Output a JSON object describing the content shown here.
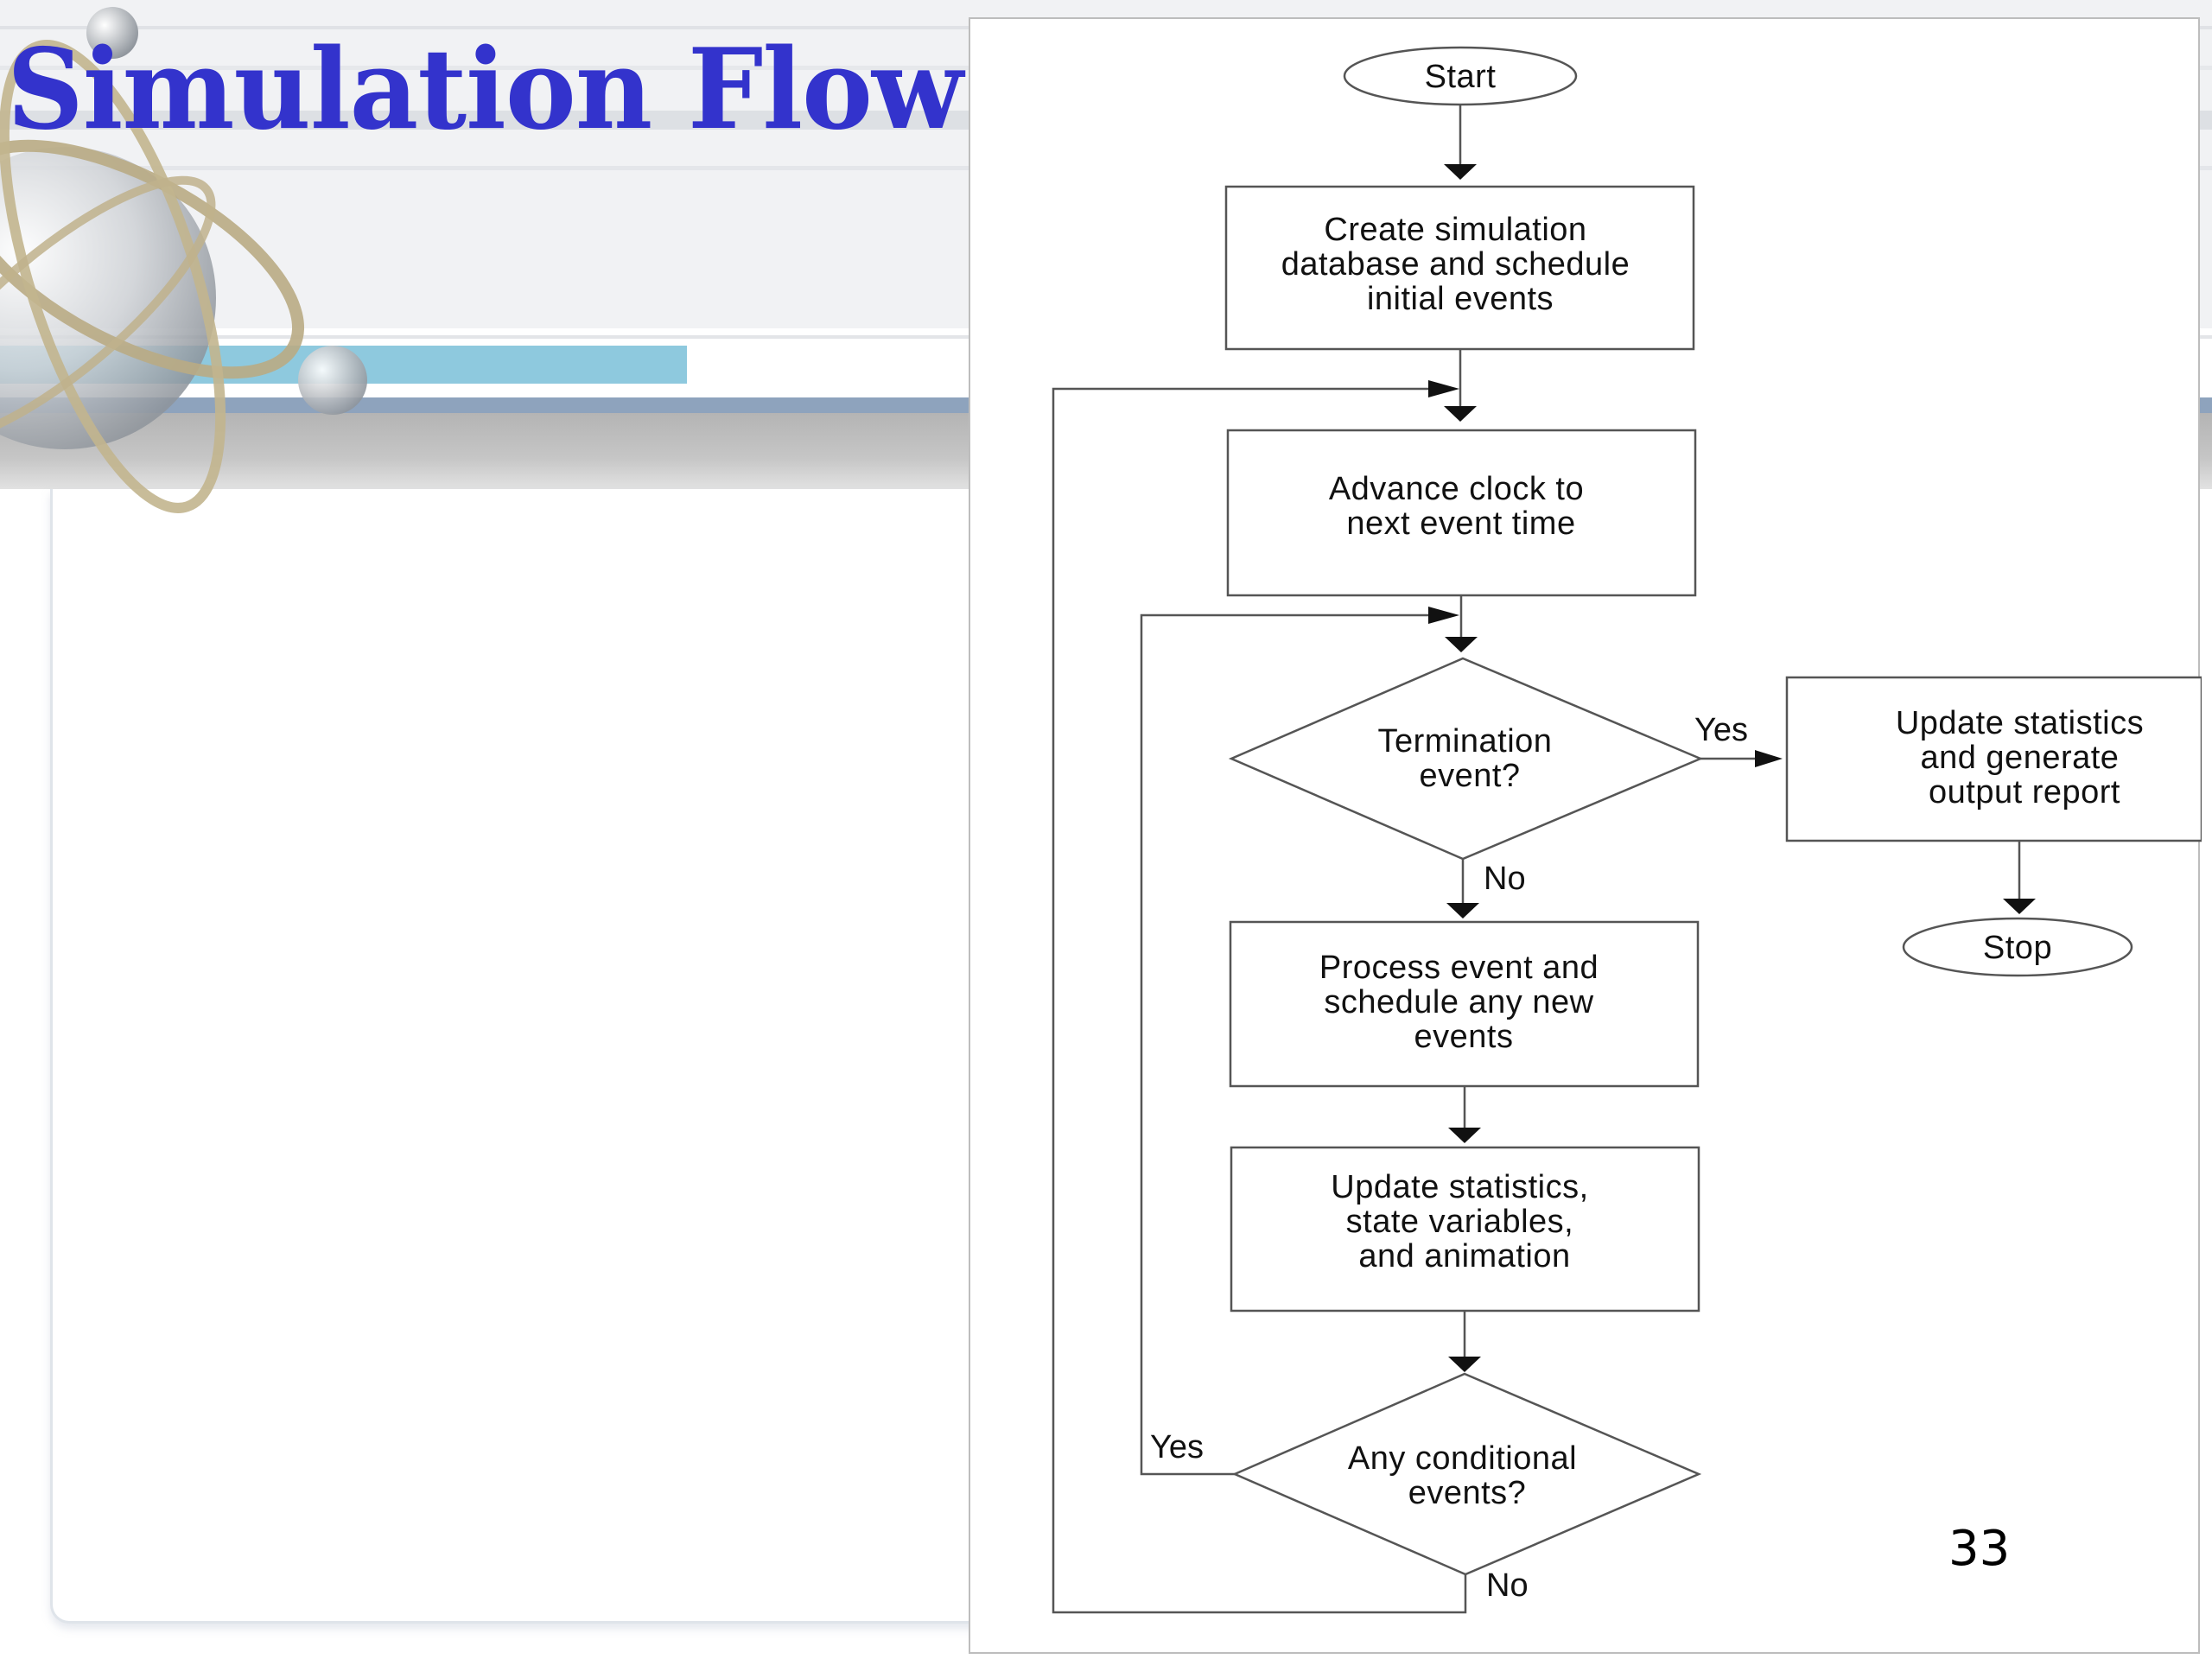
{
  "slide": {
    "title": "Simulation Flow Chart",
    "page_number": "33"
  },
  "colors": {
    "title": "#3333cc",
    "accent_cyan": "#8ec9de",
    "accent_blue": "#8ea3bd"
  },
  "flowchart": {
    "nodes": {
      "start": {
        "shape": "terminal",
        "lines": [
          "Start"
        ]
      },
      "create_db": {
        "shape": "process",
        "lines": [
          "Create simulation",
          "database and schedule",
          "initial events"
        ]
      },
      "advance_clock": {
        "shape": "process",
        "lines": [
          "Advance clock to",
          "next event time"
        ]
      },
      "termination": {
        "shape": "decision",
        "lines": [
          "Termination",
          "event?"
        ]
      },
      "process_event": {
        "shape": "process",
        "lines": [
          "Process event and",
          "schedule any new",
          "events"
        ]
      },
      "update_stats": {
        "shape": "process",
        "lines": [
          "Update statistics,",
          "state variables,",
          "and animation"
        ]
      },
      "conditional": {
        "shape": "decision",
        "lines": [
          "Any conditional",
          "events?"
        ]
      },
      "report": {
        "shape": "process",
        "lines": [
          "Update statistics",
          "and generate",
          "output report"
        ]
      },
      "stop": {
        "shape": "terminal",
        "lines": [
          "Stop"
        ]
      }
    },
    "edge_labels": {
      "termination_yes": "Yes",
      "termination_no": "No",
      "conditional_yes": "Yes",
      "conditional_no": "No"
    }
  }
}
